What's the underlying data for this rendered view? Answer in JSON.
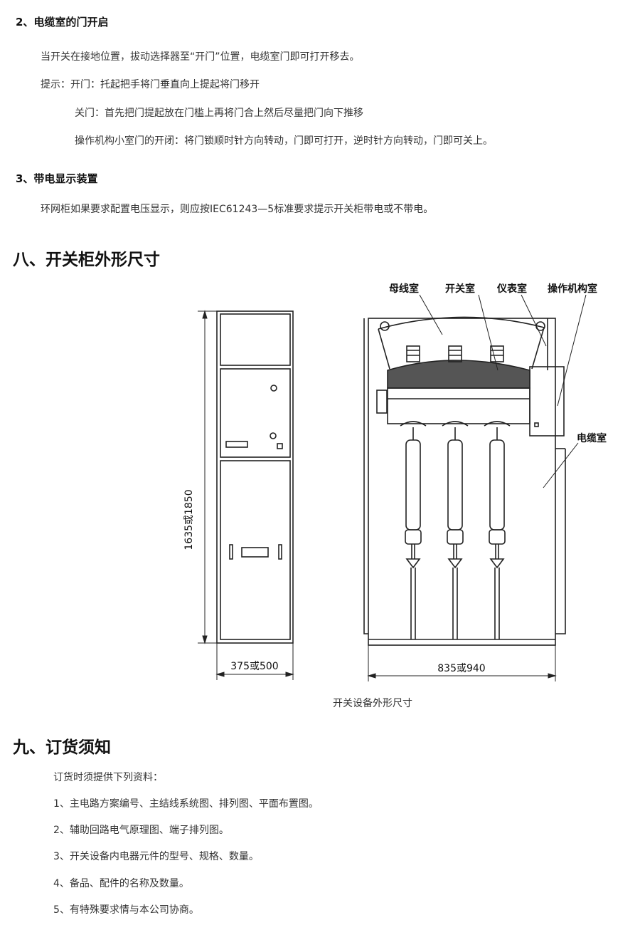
{
  "section_door": {
    "heading": "2、电缆室的门开启",
    "line1": "当开关在接地位置，拔动选择器至“开门”位置，电缆室门即可打开移去。",
    "line2": "提示：开门：托起把手将门垂直向上提起将门移开",
    "line3": "关门：首先把门提起放在门槛上再将门合上然后尽量把门向下推移",
    "line4": "操作机构小室门的开闭：将门锁顺时针方向转动，门即可打开，逆时针方向转动，门即可关上。"
  },
  "section_live": {
    "heading": "3、带电显示装置",
    "line1": "环网柜如果要求配置电压显示，则应按IEC61243—5标准要求提示开关柜带电或不带电。"
  },
  "section_dimensions": {
    "heading": "八、开关柜外形尺寸",
    "drawing": {
      "height_label": "1635或1850",
      "front_width_label": "375或500",
      "side_width_label": "835或940",
      "callouts": {
        "busbar": "母线室",
        "switch": "开关室",
        "instrument": "仪表室",
        "mechanism": "操作机构室",
        "cable": "电缆室"
      }
    },
    "caption": "开关设备外形尺寸"
  },
  "section_order": {
    "heading": "九、订货须知",
    "intro": "订货时须提供下列资料：",
    "items": [
      "1、主电路方案编号、主结线系统图、排列图、平面布置图。",
      "2、辅助回路电气原理图、端子排列图。",
      "3、开关设备内电器元件的型号、规格、数量。",
      "4、备品、配件的名称及数量。",
      "5、有特殊要求情与本公司协商。"
    ]
  }
}
